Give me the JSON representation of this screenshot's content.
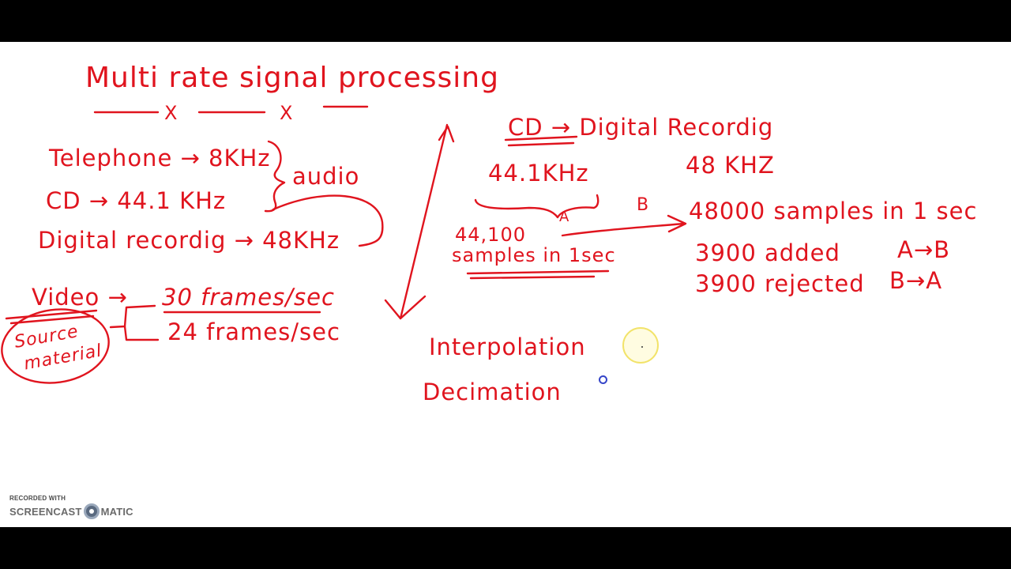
{
  "board": {
    "title": "Multi rate signal processing",
    "title_separators": [
      "X",
      "X"
    ],
    "left_notes": {
      "telephone": "Telephone → 8KHz",
      "cd": "CD → 44.1 KHz",
      "digital": "Digital recordig → 48KHz",
      "audio_label": "audio",
      "video": "Video →",
      "fps_30": "30 frames/sec",
      "fps_24": "24 frames/sec",
      "source_material_1": "Source",
      "source_material_2": "material"
    },
    "middle_notes": {
      "khz": "44.1KHz",
      "samples_count": "44,100",
      "samples_label": "samples in 1sec",
      "mark_a": "A",
      "mark_b": "B"
    },
    "right_notes": {
      "cd_line": "CD → Digital Recordig",
      "khz48": "48 KHZ",
      "samples48": "48000 samples in 1 sec",
      "added": "3900 added",
      "added_dir": "A→B",
      "rejected": "3900 rejected",
      "rejected_dir": "B→A"
    },
    "lower_notes": {
      "interpolation": "Interpolation",
      "decimation": "Decimation"
    }
  },
  "watermark": {
    "recorded_with": "RECORDED WITH",
    "brand_left": "SCREENCAST",
    "brand_right": "MATIC"
  },
  "colors": {
    "ink": "#e0141e",
    "background": "#ffffff",
    "letterbox": "#000000",
    "cursor_highlight": "#f2e36a",
    "pen_cursor": "#3444c8"
  }
}
